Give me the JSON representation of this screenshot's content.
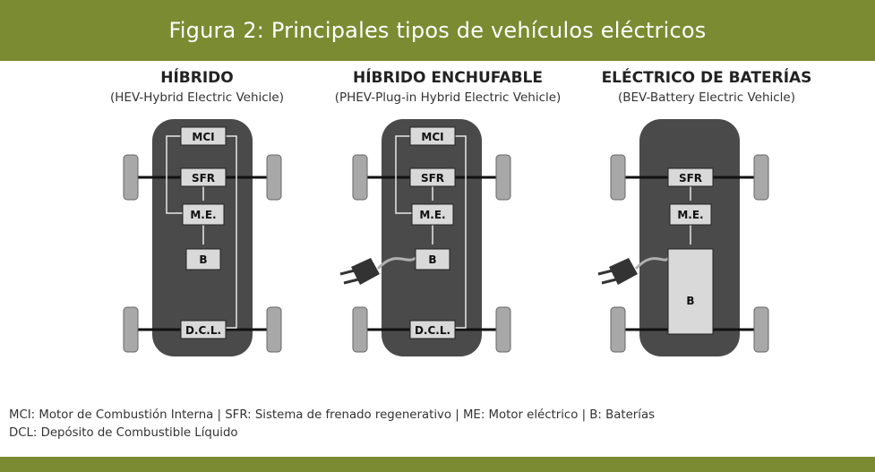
{
  "header": {
    "title": "Figura 2: Principales tipos de vehículos eléctricos"
  },
  "columns": [
    {
      "title": "HÍBRIDO",
      "subtitle": "(HEV-Hybrid Electric Vehicle)",
      "boxes": {
        "mci": "MCI",
        "sfr": "SFR",
        "me": "M.E.",
        "b": "B",
        "dcl": "D.C.L."
      }
    },
    {
      "title": "HÍBRIDO ENCHUFABLE",
      "subtitle": "(PHEV-Plug-in Hybrid Electric Vehicle)",
      "boxes": {
        "mci": "MCI",
        "sfr": "SFR",
        "me": "M.E.",
        "b": "B",
        "dcl": "D.C.L."
      }
    },
    {
      "title": "ELÉCTRICO DE BATERÍAS",
      "subtitle": "(BEV-Battery Electric Vehicle)",
      "boxes": {
        "sfr": "SFR",
        "me": "M.E.",
        "b": "B"
      }
    }
  ],
  "legend": {
    "line1": "MCI: Motor de Combustión Interna  |  SFR: Sistema de frenado regenerativo  |  ME: Motor eléctrico  |  B: Baterías",
    "line2": "DCL: Depósito de Combustible Líquido"
  },
  "colors": {
    "header": "#7b8b32",
    "car_body": "#4a4a4a",
    "box_fill": "#d9d9d9",
    "wheel_fill": "#a8a8a8"
  }
}
